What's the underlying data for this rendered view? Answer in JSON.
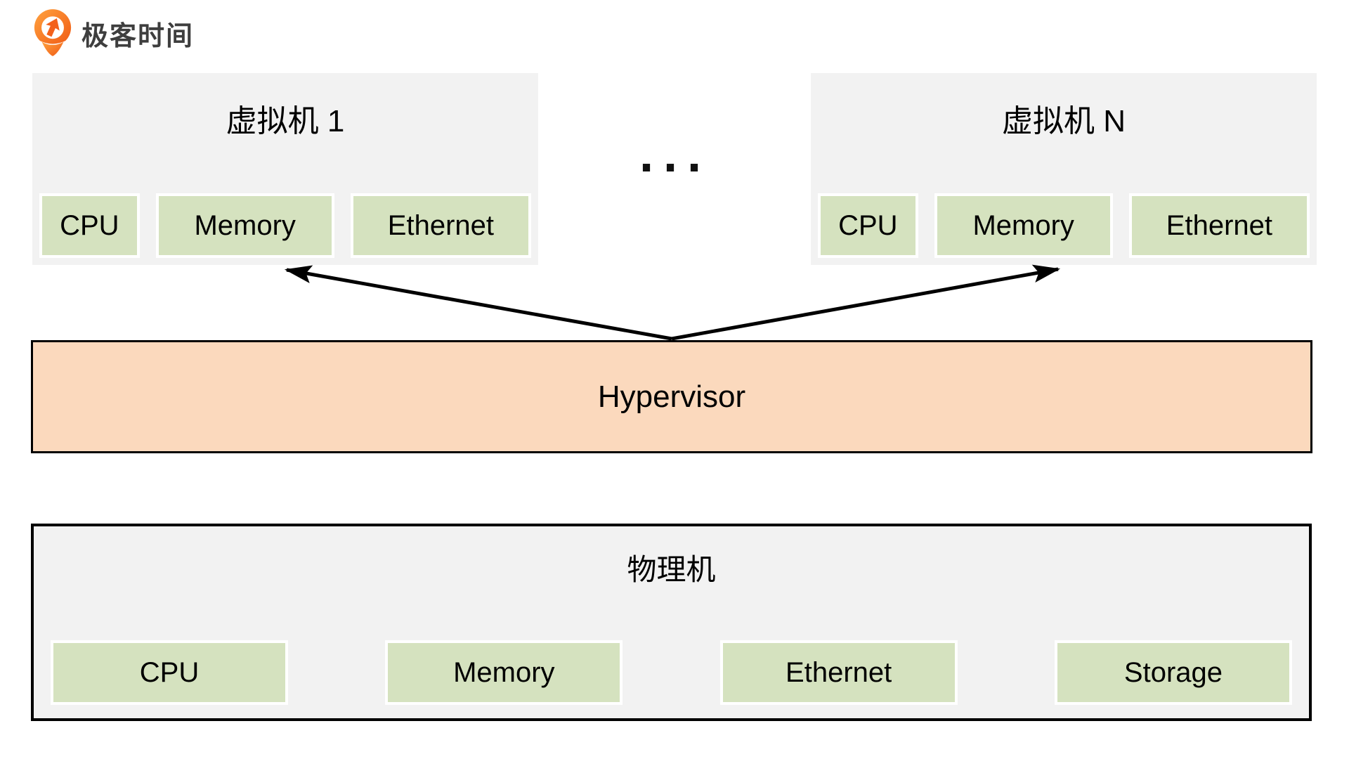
{
  "brand": {
    "name": "极客时间",
    "icon": "geektime-logo-icon",
    "accent_color": "#f3611b"
  },
  "diagram": {
    "vms": [
      {
        "title": "虚拟机 1",
        "components": [
          "CPU",
          "Memory",
          "Ethernet"
        ]
      },
      {
        "title": "虚拟机 N",
        "components": [
          "CPU",
          "Memory",
          "Ethernet"
        ]
      }
    ],
    "ellipsis": "...",
    "hypervisor": {
      "label": "Hypervisor"
    },
    "physical": {
      "title": "物理机",
      "components": [
        "CPU",
        "Memory",
        "Ethernet",
        "Storage"
      ]
    },
    "colors": {
      "machine_box_bg": "#f2f2f2",
      "component_chip_fill": "#d5e2bf",
      "component_chip_border": "#ffffff",
      "hypervisor_fill": "#fbd9bd",
      "outline_and_arrows": "#000000"
    }
  }
}
